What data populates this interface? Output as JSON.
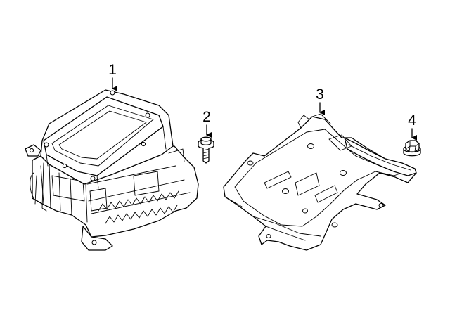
{
  "parts": [
    {
      "id": "part-1",
      "label": "1",
      "icon": "electronic-control-module"
    },
    {
      "id": "part-2",
      "label": "2",
      "icon": "flange-bolt"
    },
    {
      "id": "part-3",
      "label": "3",
      "icon": "mounting-bracket"
    },
    {
      "id": "part-4",
      "label": "4",
      "icon": "hex-nut"
    }
  ],
  "colors": {
    "line": "#000000",
    "background": "#ffffff"
  }
}
